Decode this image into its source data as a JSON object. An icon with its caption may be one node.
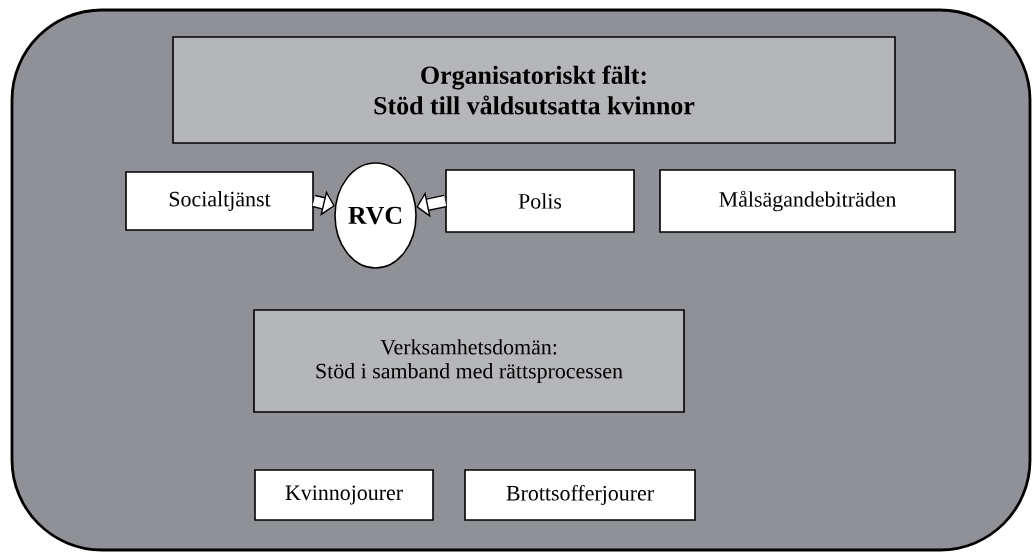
{
  "diagram": {
    "nodes": [
      {
        "text": [],
        "shape": "box"
      },
      {
        "text": [
          "Organisatoriskt fält:",
          "Stöd till våldsutsatta kvinnor"
        ],
        "in": 0
      },
      {
        "text": [
          "Socialtjänst"
        ],
        "in": 0
      },
      {
        "text": [
          "RVC"
        ],
        "in": 0
      },
      {
        "text": [
          "Polis"
        ],
        "in": 0
      },
      {
        "text": [
          "Målsägandebiträden"
        ],
        "in": 0
      },
      {
        "text": [
          "Verksamhetsdomän:",
          "Stöd i samband med rättsprocessen"
        ],
        "in": 0
      },
      {
        "text": [
          "Kvinnojourer"
        ],
        "in": 0
      },
      {
        "text": [
          "Brottsofferjourer"
        ],
        "in": 0
      }
    ],
    "edges": [
      {
        "from": 2,
        "to": 3,
        "arrow": "to"
      },
      {
        "from": 4,
        "to": 3,
        "arrow": "to"
      }
    ]
  }
}
